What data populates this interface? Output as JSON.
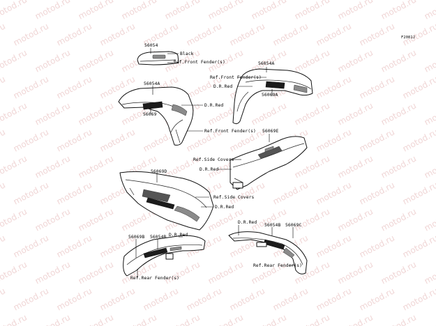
{
  "figure_code": "F2081J",
  "watermark_text": "motod.ru",
  "ink_color": "#000000",
  "watermark_color": "#f0d6d6",
  "parts": [
    {
      "key": "p56054",
      "code": "56054"
    },
    {
      "key": "p56054a_l",
      "code": "56054A"
    },
    {
      "key": "p56069",
      "code": "56069"
    },
    {
      "key": "p56054a_r",
      "code": "56054A"
    },
    {
      "key": "p56069a",
      "code": "56069A"
    },
    {
      "key": "p56069e",
      "code": "56069E"
    },
    {
      "key": "p56069d",
      "code": "56069D"
    },
    {
      "key": "p56069b",
      "code": "56069B"
    },
    {
      "key": "p56054b_l",
      "code": "56054B"
    },
    {
      "key": "p56054b_r",
      "code": "56054B"
    },
    {
      "key": "p56069c",
      "code": "56069C"
    }
  ],
  "notes": {
    "black": "Black",
    "ref_front_fender_top": "Ref.Front Fender(s)",
    "ref_front_fender_right": "Ref.Front Fender(s)",
    "dr_red_right_top": "D.R.Red",
    "dr_red_left_front": "D.R.Red",
    "ref_front_fender_left": "Ref.Front Fender(s)",
    "ref_side_covers_right": "Ref.Side Covers",
    "dr_red_side_right": "D.R.Red",
    "ref_side_covers_left": "Ref.Side Covers",
    "dr_red_side_left": "D.R.Red",
    "dr_red_rear_left": "D.R.Red",
    "dr_red_rear_right": "D.R.Red",
    "ref_rear_fender_left": "Ref.Rear Fender(s)",
    "ref_rear_fender_right": "Ref.Rear Fender(s)"
  }
}
